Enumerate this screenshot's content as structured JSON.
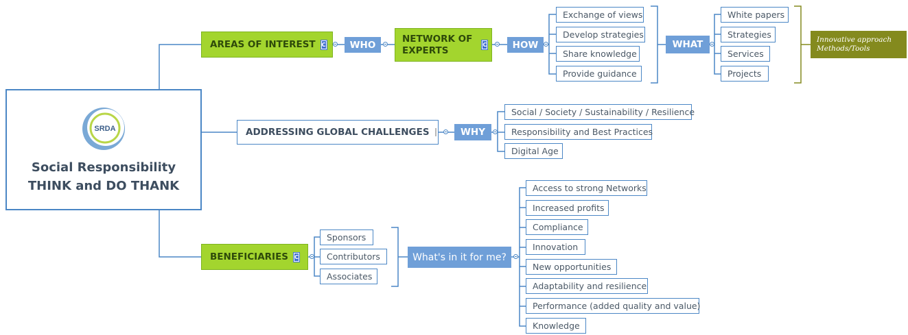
{
  "root": {
    "logo_text": "SRDA",
    "title_line1": "Social Responsibility",
    "title_line2": "THINK and DO THANK"
  },
  "branch_top": {
    "areas_label": "AREAS OF INTEREST",
    "who_label": "WHO",
    "network_label_line1": "NETWORK OF",
    "network_label_line2": "EXPERTS",
    "how_label": "HOW",
    "how_items": [
      "Exchange of views",
      "Develop strategies",
      "Share knowledge",
      "Provide guidance"
    ],
    "what_label": "WHAT",
    "what_items": [
      "White papers",
      "Strategies",
      "Services",
      "Projects"
    ],
    "innovative_line1": "Innovative approach",
    "innovative_line2": "Methods/Tools",
    "badge": "C"
  },
  "branch_mid": {
    "challenges_label": "ADDRESSING GLOBAL CHALLENGES",
    "why_label": "WHY",
    "why_items": [
      "Social / Society / Sustainability / Resilience",
      "Responsibility and Best Practices",
      "Digital Age"
    ]
  },
  "branch_bottom": {
    "beneficiaries_label": "BENEFICIARIES",
    "badge": "C",
    "beneficiary_items": [
      "Sponsors",
      "Contributors",
      "Associates"
    ],
    "whats_in_it_label": "What's in it for me?",
    "benefit_items": [
      "Access to strong Networks",
      "Increased profits",
      "Compliance",
      "Innovation",
      "New opportunities",
      "Adaptability and resilience",
      "Performance (added quality and value)",
      "Knowledge"
    ]
  },
  "colors": {
    "line": "#4a86c5",
    "green": "#a3d52e",
    "blue": "#6f9fd8",
    "olive": "#848a1e"
  }
}
